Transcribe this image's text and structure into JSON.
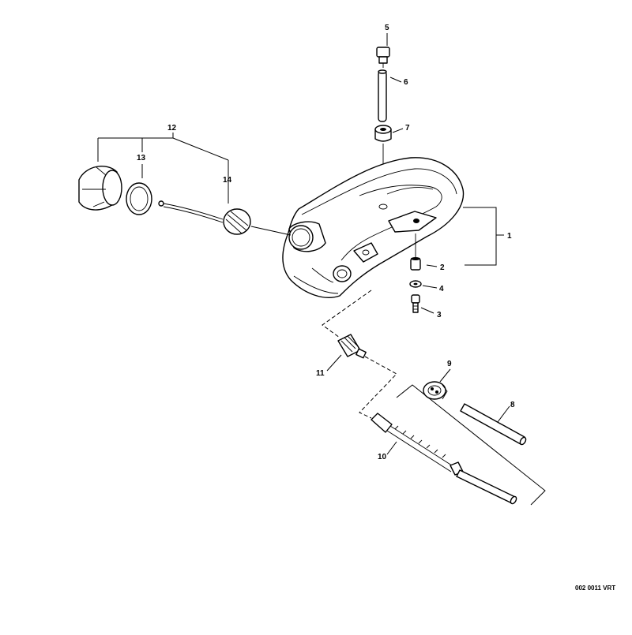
{
  "diagram": {
    "document_code": "002 0011 VRT",
    "callouts": [
      {
        "id": "c1",
        "label": "1"
      },
      {
        "id": "c2",
        "label": "2"
      },
      {
        "id": "c3",
        "label": "3"
      },
      {
        "id": "c4",
        "label": "4"
      },
      {
        "id": "c5",
        "label": "5"
      },
      {
        "id": "c6",
        "label": "6"
      },
      {
        "id": "c7",
        "label": "7"
      },
      {
        "id": "c8",
        "label": "8"
      },
      {
        "id": "c9",
        "label": "9"
      },
      {
        "id": "c10",
        "label": "10"
      },
      {
        "id": "c11",
        "label": "11"
      },
      {
        "id": "c12",
        "label": "12"
      },
      {
        "id": "c13",
        "label": "13"
      },
      {
        "id": "c14",
        "label": "14"
      }
    ]
  }
}
